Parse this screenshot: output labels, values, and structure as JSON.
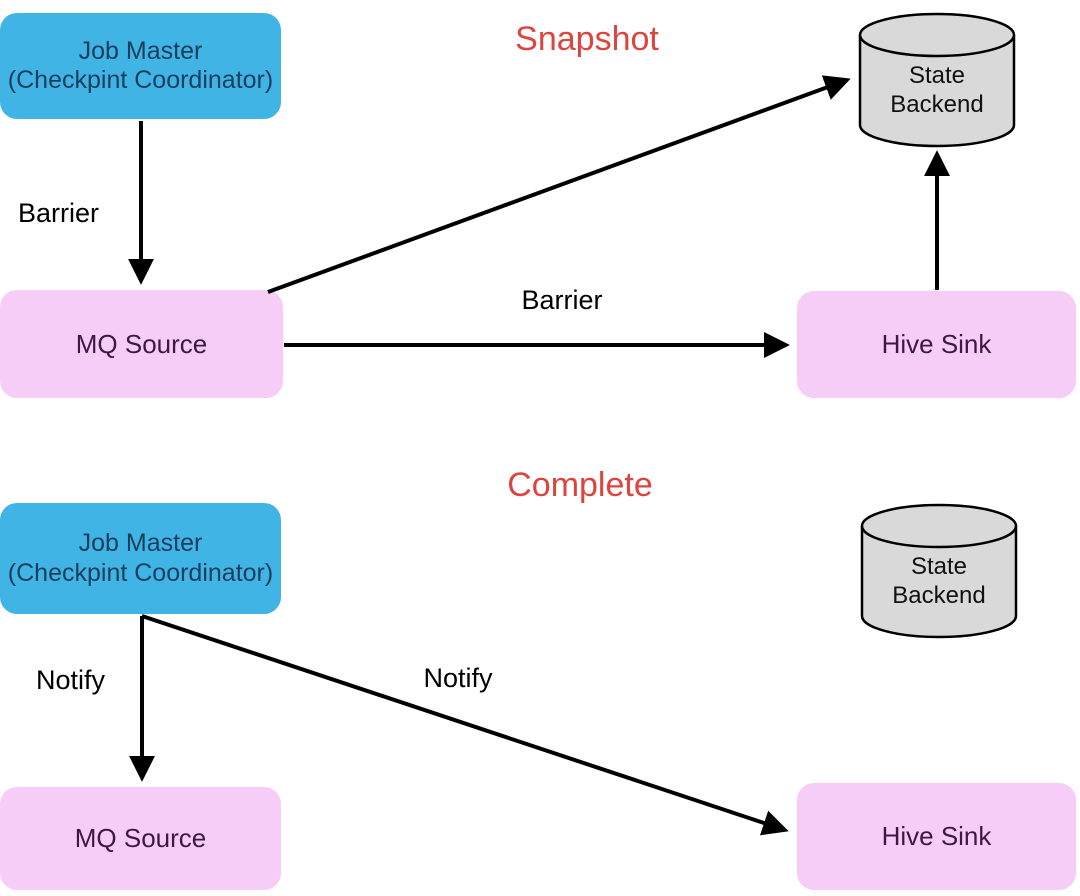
{
  "diagram": {
    "snapshot": {
      "title": "Snapshot",
      "nodes": {
        "job_master": {
          "line1": "Job Master",
          "line2": "(Checkpint Coordinator)"
        },
        "state_backend": {
          "line1": "State",
          "line2": "Backend"
        },
        "mq_source": {
          "label": "MQ Source"
        },
        "hive_sink": {
          "label": "Hive Sink"
        }
      },
      "edges": {
        "barrier_down": "Barrier",
        "barrier_across": "Barrier"
      }
    },
    "complete": {
      "title": "Complete",
      "nodes": {
        "job_master": {
          "line1": "Job Master",
          "line2": "(Checkpint Coordinator)"
        },
        "state_backend": {
          "line1": "State",
          "line2": "Backend"
        },
        "mq_source": {
          "label": "MQ Source"
        },
        "hive_sink": {
          "label": "Hive Sink"
        }
      },
      "edges": {
        "notify_down": "Notify",
        "notify_across": "Notify"
      }
    },
    "colors": {
      "coordinator_fill": "#41b4e6",
      "coordinator_text": "#173e5c",
      "operator_fill": "#f5cdf7",
      "operator_text": "#3f1745",
      "backend_fill": "#d9d9d9",
      "title_red": "#dd443e",
      "edge_stroke": "#000000"
    }
  }
}
